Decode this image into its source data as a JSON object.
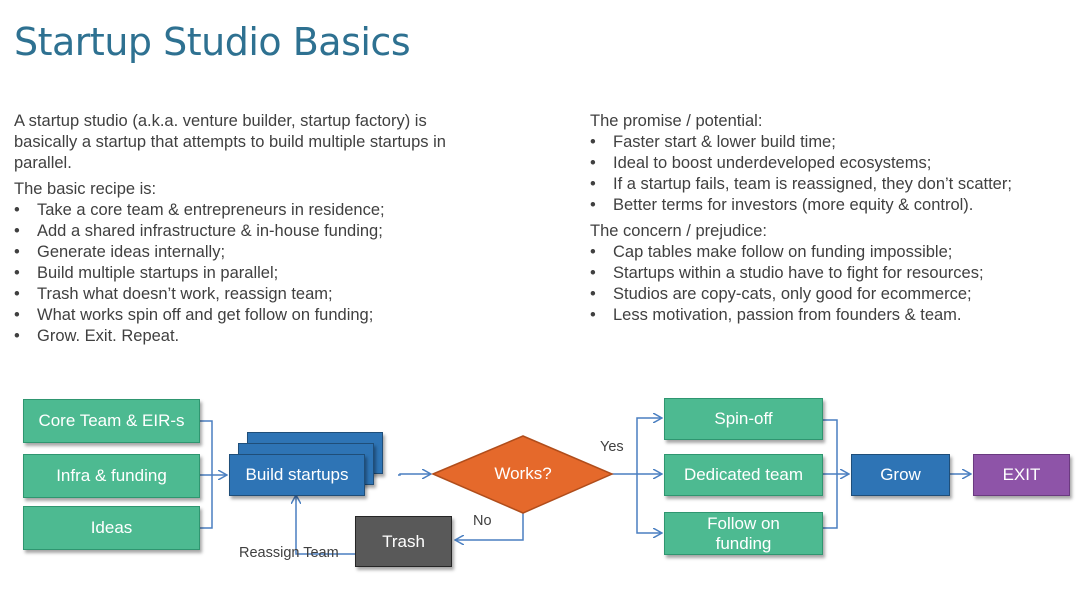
{
  "title": "Startup Studio Basics",
  "left": {
    "intro": "A startup studio (a.k.a. venture builder, startup factory) is basically a startup that attempts to build multiple startups in parallel.",
    "recipe_heading": "The basic recipe is:",
    "recipe": [
      "Take a core team & entrepreneurs  in residence;",
      "Add a shared infrastructure & in-house funding;",
      "Generate ideas internally;",
      "Build multiple startups in parallel;",
      "Trash what doesn’t work, reassign team;",
      "What works spin off and get follow on funding;",
      "Grow. Exit. Repeat."
    ]
  },
  "right": {
    "promise_heading": "The promise / potential:",
    "promise": [
      "Faster start & lower build time;",
      "Ideal to boost underdeveloped ecosystems;",
      "If a startup fails, team is reassigned,  they don’t scatter;",
      "Better terms for investors (more equity & control)."
    ],
    "concern_heading": "The concern / prejudice:",
    "concern": [
      "Cap tables make follow on funding impossible;",
      "Startups within a studio have to fight for resources;",
      "Studios are copy-cats, only good for ecommerce;",
      "Less motivation, passion from founders & team."
    ]
  },
  "diagram": {
    "core_team": "Core Team & EIR-s",
    "infra": "Infra & funding",
    "ideas": "Ideas",
    "build": "Build startups",
    "decision": "Works?",
    "yes_label": "Yes",
    "no_label": "No",
    "trash": "Trash",
    "reassign_label": "Reassign Team",
    "spinoff": "Spin-off",
    "dedicated": "Dedicated team",
    "follow_on": "Follow on funding",
    "grow": "Grow",
    "exit": "EXIT",
    "colors": {
      "green": "#4dba91",
      "blue": "#2e74b5",
      "orange": "#e5692b",
      "gray": "#595959",
      "purple": "#8e54a8",
      "connector": "#4a7fc1"
    }
  }
}
